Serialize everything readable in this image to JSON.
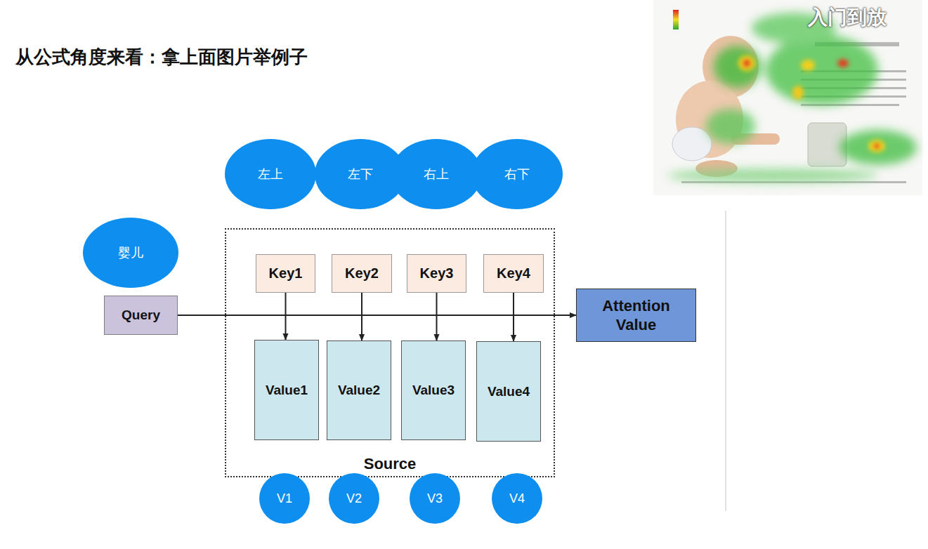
{
  "diagram": {
    "title": "从公式角度来看：拿上面图片举例子",
    "nodes": [
      {
        "text": [
          "左上"
        ]
      },
      {
        "text": [
          "左下"
        ]
      },
      {
        "text": [
          "右上"
        ]
      },
      {
        "text": [
          "右下"
        ]
      },
      {
        "text": [
          "婴儿"
        ]
      },
      {
        "text": [
          "Query"
        ]
      },
      {
        "text": [
          "Source"
        ]
      },
      {
        "text": [
          "Key1"
        ],
        "in": 6
      },
      {
        "text": [
          "Key2"
        ],
        "in": 6
      },
      {
        "text": [
          "Key3"
        ],
        "in": 6
      },
      {
        "text": [
          "Key4"
        ],
        "in": 6
      },
      {
        "text": [
          "Value1"
        ],
        "in": 6
      },
      {
        "text": [
          "Value2"
        ],
        "in": 6
      },
      {
        "text": [
          "Value3"
        ],
        "in": 6
      },
      {
        "text": [
          "Value4"
        ],
        "in": 6
      },
      {
        "text": [
          "Attention Value"
        ]
      },
      {
        "text": [
          "V1"
        ]
      },
      {
        "text": [
          "V2"
        ]
      },
      {
        "text": [
          "V3"
        ]
      },
      {
        "text": [
          "V4"
        ]
      }
    ],
    "edges": [
      {
        "from": 5,
        "to": 15,
        "arrow": "to"
      },
      {
        "from": 7,
        "to": 11,
        "arrow": "to"
      },
      {
        "from": 8,
        "to": 12,
        "arrow": "to"
      },
      {
        "from": 9,
        "to": 13,
        "arrow": "to"
      },
      {
        "from": 10,
        "to": 14,
        "arrow": "to"
      }
    ],
    "labels": [
      "入门到放"
    ]
  }
}
